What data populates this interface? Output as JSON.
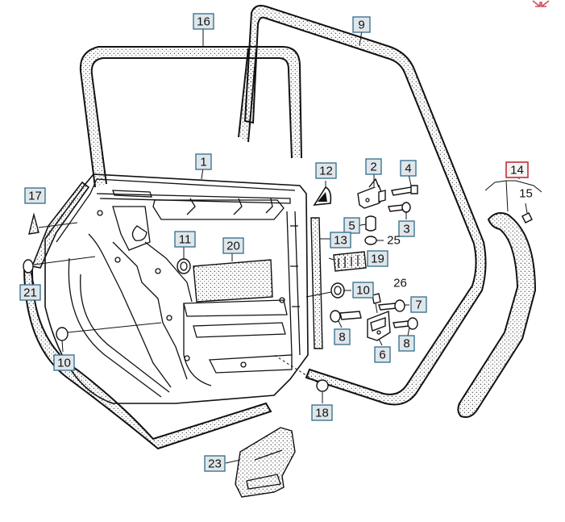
{
  "corner_icon": {
    "name": "expand-arrows-icon",
    "color": "#d24b5a"
  },
  "labels": {
    "p1": "1",
    "p2": "2",
    "p3": "3",
    "p4": "4",
    "p5": "5",
    "p6": "6",
    "p7": "7",
    "p8a": "8",
    "p8b": "8",
    "p9": "9",
    "p10a": "10",
    "p10b": "10",
    "p11": "11",
    "p12": "12",
    "p13": "13",
    "p14": "14",
    "p15": "15",
    "p16": "16",
    "p17": "17",
    "p18": "18",
    "p19": "19",
    "p20": "20",
    "p21": "21",
    "p23": "23",
    "p25": "25",
    "p26": "26"
  },
  "colors": {
    "label_fill": "#dfe6ea",
    "label_border": "#2f6b8a",
    "highlight_border": "#c0303a"
  }
}
